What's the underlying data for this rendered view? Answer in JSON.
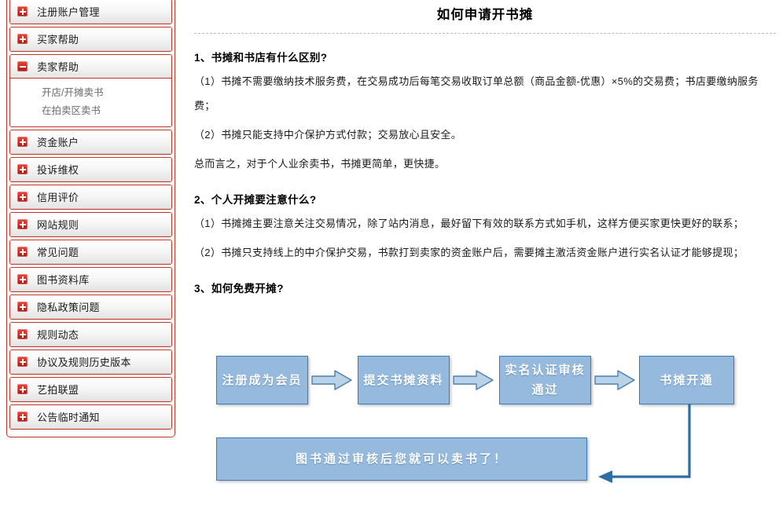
{
  "sidebar": {
    "items": [
      {
        "label": "注册账户管理",
        "icon": "plus-icon",
        "expanded": false,
        "children": []
      },
      {
        "label": "买家帮助",
        "icon": "plus-icon",
        "expanded": false,
        "children": []
      },
      {
        "label": "卖家帮助",
        "icon": "minus-icon",
        "expanded": true,
        "children": [
          "开店/开摊卖书",
          "在拍卖区卖书"
        ]
      },
      {
        "label": "资金账户",
        "icon": "plus-icon",
        "expanded": false,
        "children": []
      },
      {
        "label": "投诉维权",
        "icon": "plus-icon",
        "expanded": false,
        "children": []
      },
      {
        "label": "信用评价",
        "icon": "plus-icon",
        "expanded": false,
        "children": []
      },
      {
        "label": "网站规则",
        "icon": "plus-icon",
        "expanded": false,
        "children": []
      },
      {
        "label": "常见问题",
        "icon": "plus-icon",
        "expanded": false,
        "children": []
      },
      {
        "label": "图书资料库",
        "icon": "plus-icon",
        "expanded": false,
        "children": []
      },
      {
        "label": "隐私政策问题",
        "icon": "plus-icon",
        "expanded": false,
        "children": []
      },
      {
        "label": "规则动态",
        "icon": "plus-icon",
        "expanded": false,
        "children": []
      },
      {
        "label": "协议及规则历史版本",
        "icon": "plus-icon",
        "expanded": false,
        "children": []
      },
      {
        "label": "艺拍联盟",
        "icon": "plus-icon",
        "expanded": false,
        "children": []
      },
      {
        "label": "公告临时通知",
        "icon": "plus-icon",
        "expanded": false,
        "children": []
      }
    ]
  },
  "main": {
    "title": "如何申请开书摊",
    "sections": [
      {
        "heading": "1、书摊和书店有什么区别?",
        "paragraphs": [
          "（1）书摊不需要缴纳技术服务费，在交易成功后每笔交易收取订单总额（商品金额-优惠）×5%的交易费；书店要缴纳服务费；",
          "（2）书摊只能支持中介保护方式付款；交易放心且安全。",
          "总而言之，对于个人业余卖书，书摊更简单，更快捷。"
        ]
      },
      {
        "heading": "2、个人开摊要注意什么?",
        "paragraphs": [
          "（1）书摊摊主要注意关注交易情况，除了站内消息，最好留下有效的联系方式如手机，这样方便买家更快更好的联系；",
          "（2）书摊只支持线上的中介保护交易，书款打到卖家的资金账户后，需要摊主激活资金账户进行实名认证才能够提现；"
        ]
      },
      {
        "heading": "3、如何免费开摊?",
        "paragraphs": []
      }
    ]
  },
  "flowchart": {
    "type": "diagram",
    "box_fill": "#95bade",
    "box_border": "#3e7bb0",
    "arrow_fill": "#b9d2e8",
    "arrow_border": "#4a7fb0",
    "connector_color": "#2e6da4",
    "steps": [
      {
        "id": "step-1",
        "label": "注册成为会员"
      },
      {
        "id": "step-2",
        "label": "提交书摊资料"
      },
      {
        "id": "step-3",
        "label": "实名认证审核通过"
      },
      {
        "id": "step-4",
        "label": "书摊开通"
      }
    ],
    "result": {
      "id": "step-result",
      "label": "图书通过审核后您就可以卖书了！"
    }
  }
}
